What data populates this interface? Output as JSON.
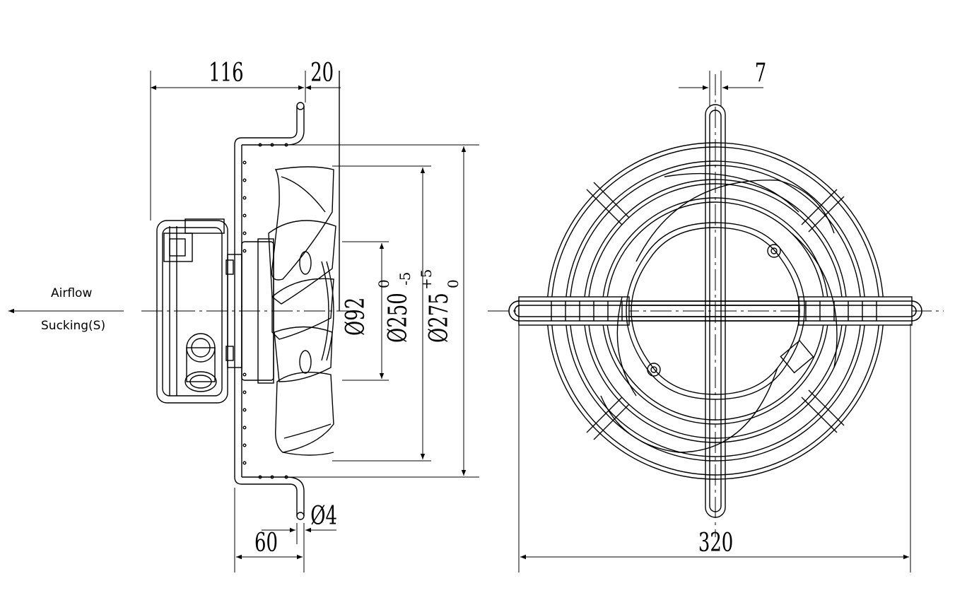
{
  "airflow": {
    "label": "Airflow",
    "mode": "Sucking(S)"
  },
  "dimensions": {
    "motor_length": "116",
    "guard_offset": "20",
    "flange_depth": "60",
    "hole_dia": "Ø4",
    "hub_dia": "Ø92",
    "blade_dia": "Ø250",
    "blade_tol_upper": "0",
    "blade_tol_lower": "-5",
    "ring_dia": "Ø275",
    "ring_tol_upper": "+5",
    "ring_tol_lower": "0",
    "rod_width": "7",
    "guard_width": "320"
  },
  "colors": {
    "line": "#000000",
    "background": "#ffffff"
  }
}
